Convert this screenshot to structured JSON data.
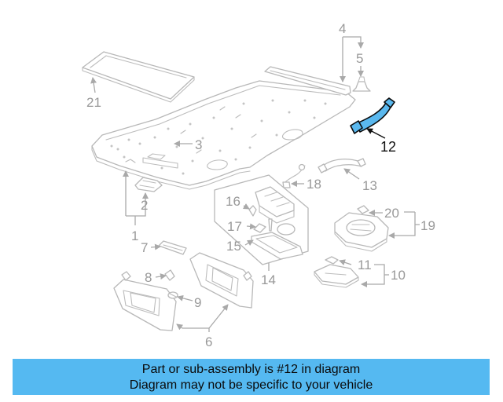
{
  "diagram": {
    "highlighted_part": "12",
    "callouts": [
      "1",
      "2",
      "3",
      "4",
      "5",
      "6",
      "7",
      "8",
      "9",
      "10",
      "11",
      "12",
      "13",
      "14",
      "15",
      "16",
      "17",
      "18",
      "19",
      "20",
      "21"
    ]
  },
  "notice": {
    "line1": "Part or sub-assembly is #12 in diagram",
    "line2": "Diagram may not be specific to your vehicle"
  },
  "colors": {
    "highlight": "#5ab8ee",
    "banner": "#55b9f1",
    "line_art": "#b8b8b8",
    "callout_text": "#999999"
  }
}
